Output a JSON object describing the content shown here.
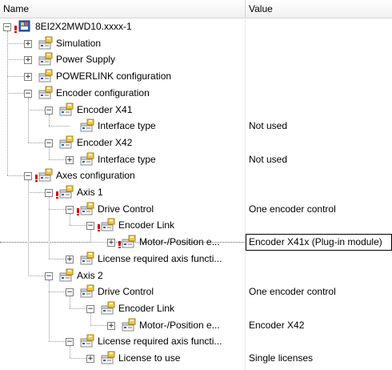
{
  "header": {
    "name": "Name",
    "value": "Value"
  },
  "rows": [
    {
      "label": "8EI2X2MWD10.xxxx-1",
      "value": ""
    },
    {
      "label": "Simulation",
      "value": ""
    },
    {
      "label": "Power Supply",
      "value": ""
    },
    {
      "label": "POWERLINK configuration",
      "value": ""
    },
    {
      "label": "Encoder configuration",
      "value": ""
    },
    {
      "label": "Encoder X41",
      "value": ""
    },
    {
      "label": "Interface type",
      "value": "Not used"
    },
    {
      "label": "Encoder X42",
      "value": ""
    },
    {
      "label": "Interface type",
      "value": "Not used"
    },
    {
      "label": "Axes configuration",
      "value": ""
    },
    {
      "label": "Axis 1",
      "value": ""
    },
    {
      "label": "Drive Control",
      "value": "One encoder control"
    },
    {
      "label": "Encoder Link",
      "value": ""
    },
    {
      "label": "Motor-/Position e...",
      "value": "Encoder X41x (Plug-in module)"
    },
    {
      "label": "License required axis functi...",
      "value": ""
    },
    {
      "label": "Axis 2",
      "value": ""
    },
    {
      "label": "Drive Control",
      "value": "One encoder control"
    },
    {
      "label": "Encoder Link",
      "value": ""
    },
    {
      "label": "Motor-/Position e...",
      "value": "Encoder X42"
    },
    {
      "label": "License required axis functi...",
      "value": ""
    },
    {
      "label": "License to use",
      "value": "Single licenses"
    }
  ],
  "icons": {
    "node": "parameter-node-icon",
    "device": "device-module-icon",
    "error": "error-marker-icon"
  },
  "colors": {
    "error": "#d40000",
    "icon_blue": "#2b5fb8",
    "icon_yellow": "#f2c94c"
  }
}
